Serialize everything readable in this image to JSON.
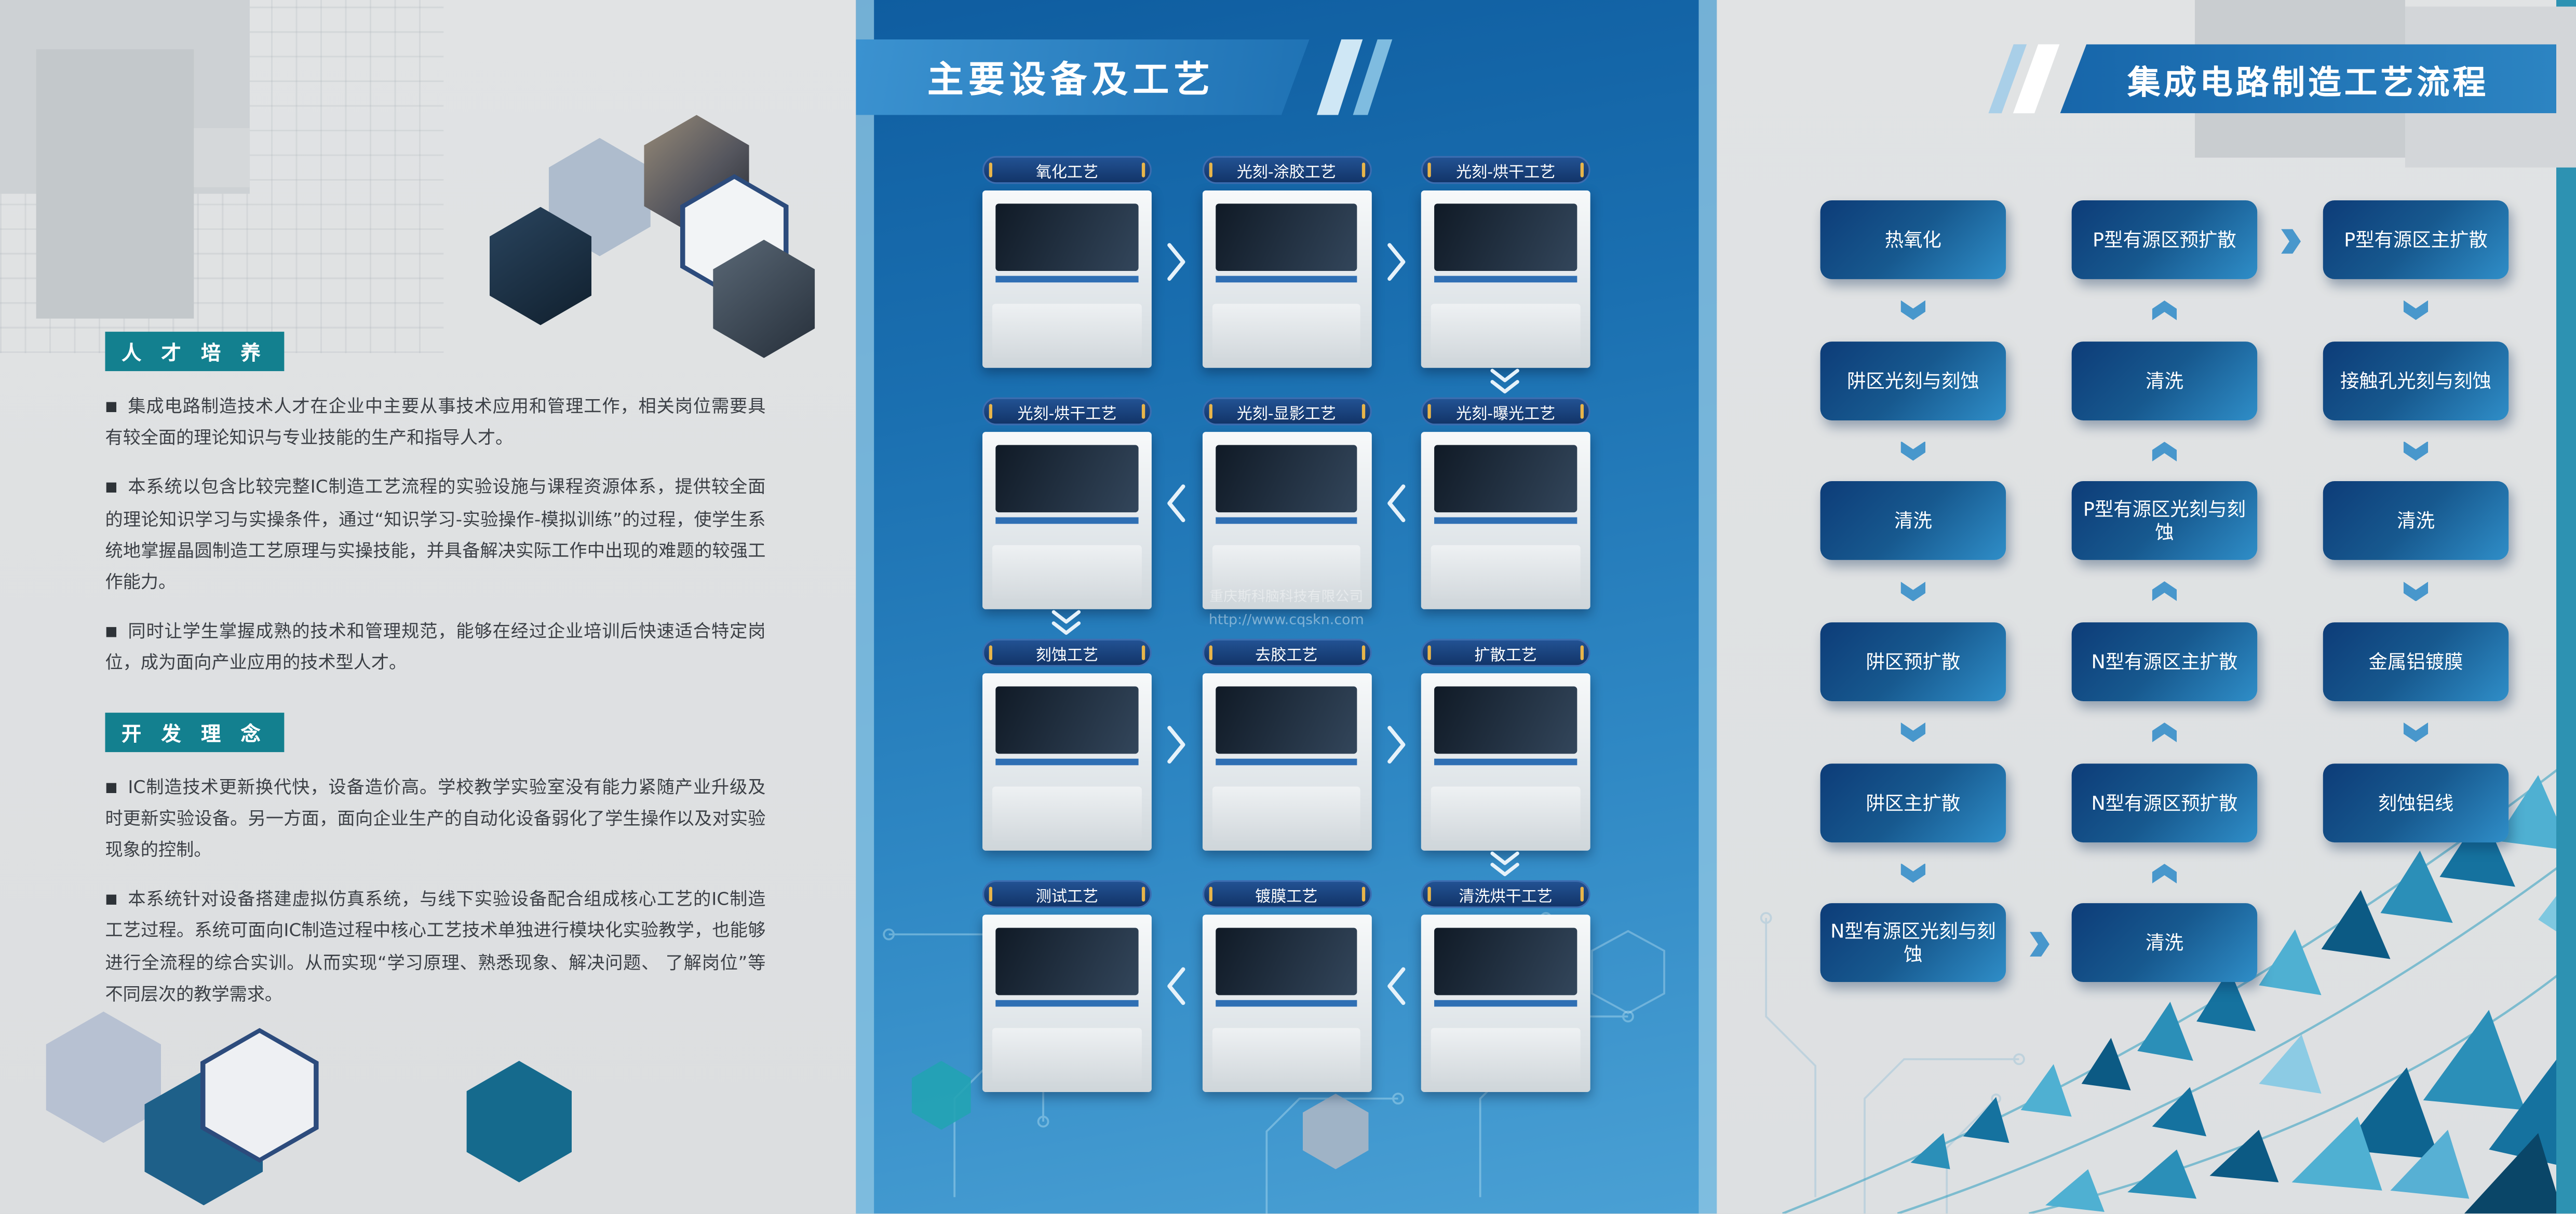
{
  "theme": {
    "panel_bg": "#e0e2e3",
    "middle_blue_top": "#0f5da0",
    "middle_blue_bottom": "#4aa0d4",
    "badge_teal": "#13808f",
    "label_navy": "#123468",
    "flow_box_dark": "#0d3c78",
    "flow_box_light": "#2f8ec8",
    "arrow_blue": "#4897cc",
    "gold": "#e8b54a",
    "edge_teal": "#2d92b2"
  },
  "left_panel": {
    "sections": [
      {
        "title": "人 才 培 养",
        "paragraphs": [
          "集成电路制造技术人才在企业中主要从事技术应用和管理工作，相关岗位需要具有较全面的理论知识与专业技能的生产和指导人才。",
          "本系统以包含比较完整IC制造工艺流程的实验设施与课程资源体系，提供较全面的理论知识学习与实操条件，通过“知识学习-实验操作-模拟训练”的过程，使学生系统地掌握晶圆制造工艺原理与实操技能，并具备解决实际工作中出现的难题的较强工作能力。",
          "同时让学生掌握成熟的技术和管理规范，能够在经过企业培训后快速适合特定岗位，成为面向产业应用的技术型人才。"
        ]
      },
      {
        "title": "开 发 理 念",
        "paragraphs": [
          "IC制造技术更新换代快，设备造价高。学校教学实验室没有能力紧随产业升级及时更新实验设备。另一方面，面向企业生产的自动化设备弱化了学生操作以及对实验现象的控制。",
          "本系统针对设备搭建虚拟仿真系统，与线下实验设备配合组成核心工艺的IC制造工艺过程。系统可面向IC制造过程中核心工艺技术单独进行模块化实验教学，也能够进行全流程的综合实训。从而实现“学习原理、熟悉现象、解决问题、 了解岗位”等不同层次的教学需求。"
        ]
      }
    ]
  },
  "middle_panel": {
    "title": "主要设备及工艺",
    "equipment": [
      {
        "label": "氧化工艺"
      },
      {
        "label": "光刻-涂胶工艺"
      },
      {
        "label": "光刻-烘干工艺"
      },
      {
        "label": "光刻-烘干工艺"
      },
      {
        "label": "光刻-显影工艺"
      },
      {
        "label": "光刻-曝光工艺"
      },
      {
        "label": "刻蚀工艺"
      },
      {
        "label": "去胶工艺"
      },
      {
        "label": "扩散工艺"
      },
      {
        "label": "测试工艺"
      },
      {
        "label": "镀膜工艺"
      },
      {
        "label": "清洗烘干工艺"
      }
    ],
    "row_directions": [
      "right",
      "left",
      "right",
      "left"
    ],
    "watermark": {
      "company": "重庆斯科脑科技有限公司",
      "url": "http://www.cqskn.com"
    }
  },
  "right_panel": {
    "title": "集成电路制造工艺流程",
    "flow_columns": [
      {
        "direction": "down",
        "items": [
          "热氧化",
          "阱区光刻与刻蚀",
          "清洗",
          "阱区预扩散",
          "阱区主扩散",
          "N型有源区光刻与刻蚀"
        ]
      },
      {
        "direction": "up",
        "items": [
          "P型有源区预扩散",
          "清洗",
          "P型有源区光刻与刻蚀",
          "N型有源区主扩散",
          "N型有源区预扩散",
          "清洗"
        ]
      },
      {
        "direction": "down",
        "items": [
          "P型有源区主扩散",
          "接触孔光刻与刻蚀",
          "清洗",
          "金属铝镀膜",
          "刻蚀铝线"
        ]
      }
    ]
  }
}
